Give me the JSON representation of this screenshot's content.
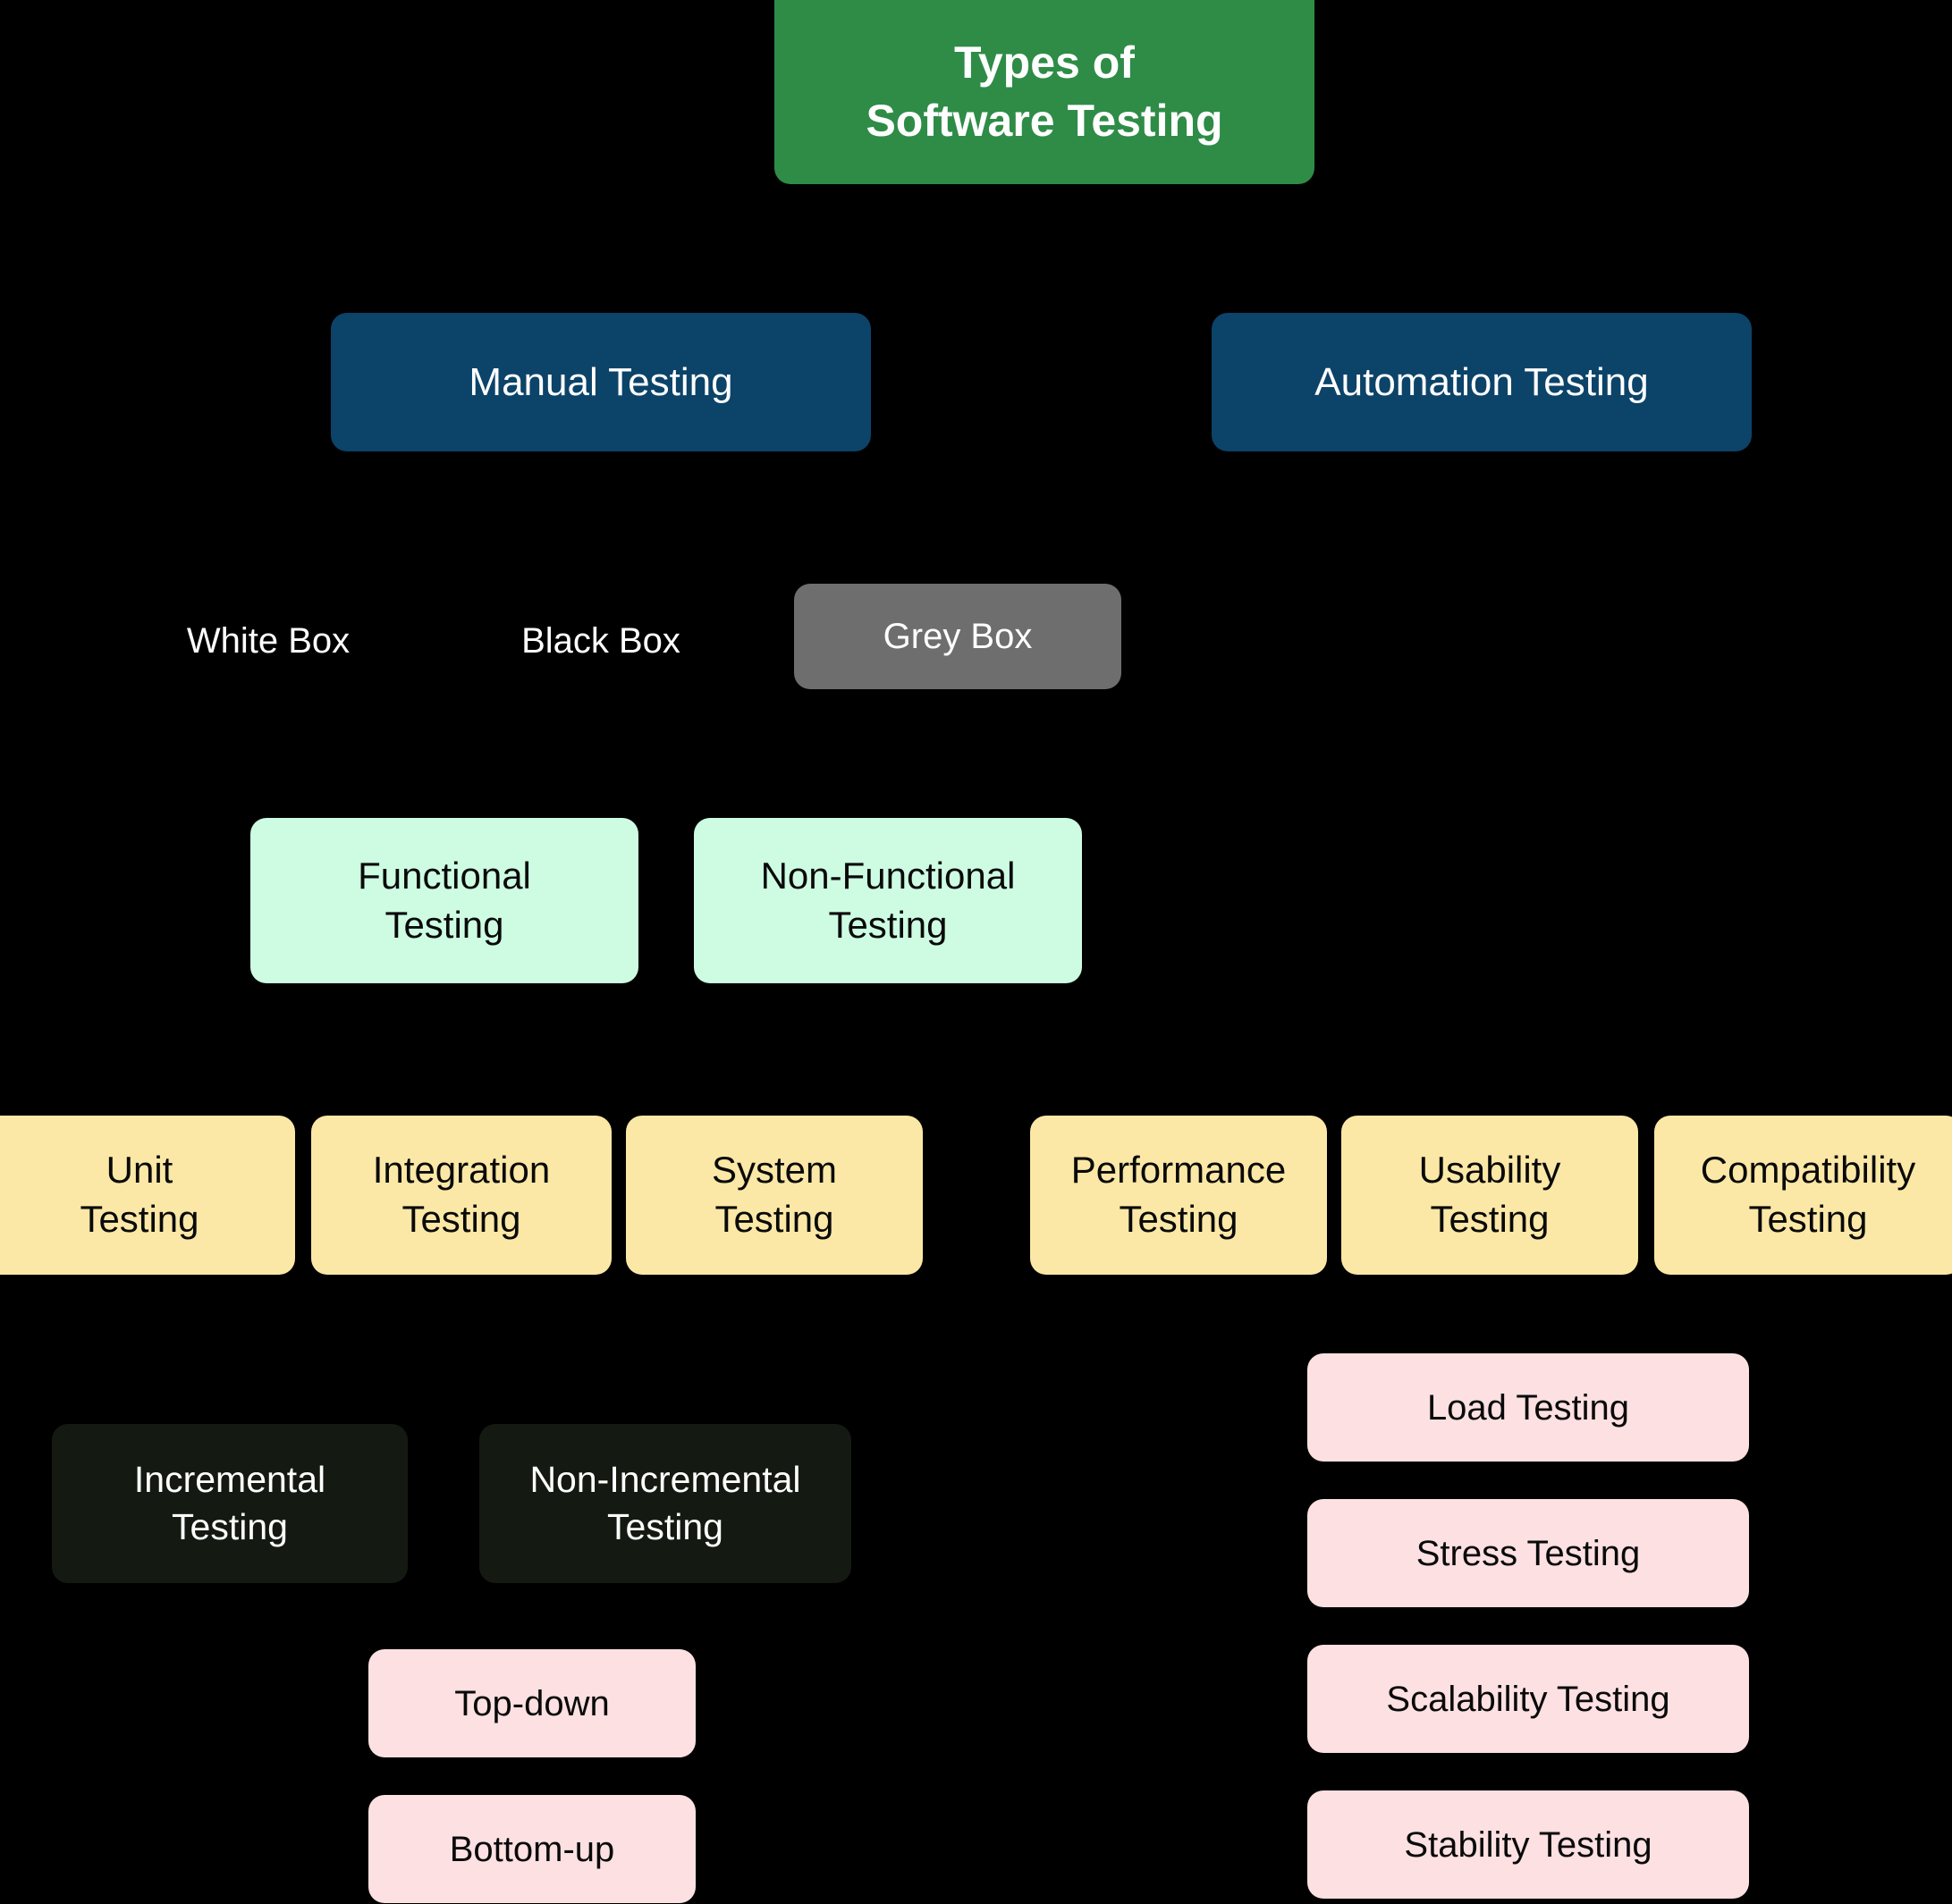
{
  "diagram": {
    "title": "Types of Software Testing",
    "background_color": "#000000",
    "palette": {
      "root_green": "#2E8C47",
      "level1_blue": "#0C4369",
      "black_box": "#000000",
      "grey_box": "#6E6E6E",
      "dark_box": "#141A11",
      "mint": "#CDFCE3",
      "yellow": "#FBE8A6",
      "pink": "#FCE0E2",
      "light_text": "#FFFFFF",
      "dark_text": "#0A0A0A"
    },
    "nodes": {
      "root": "Types of\nSoftware Testing",
      "manual_testing": "Manual Testing",
      "automation_testing": "Automation Testing",
      "white_box": "White Box",
      "black_box": "Black Box",
      "grey_box": "Grey Box",
      "functional_testing": "Functional\nTesting",
      "non_functional_testing": "Non-Functional\nTesting",
      "unit_testing": "Unit\nTesting",
      "integration_testing": "Integration\nTesting",
      "system_testing": "System\nTesting",
      "performance_testing": "Performance\nTesting",
      "usability_testing": "Usability\nTesting",
      "compatibility_testing": "Compatibility\nTesting",
      "incremental_testing": "Incremental\nTesting",
      "non_incremental_testing": "Non-Incremental\nTesting",
      "top_down": "Top-down",
      "bottom_up": "Bottom-up",
      "load_testing": "Load Testing",
      "stress_testing": "Stress Testing",
      "scalability_testing": "Scalability Testing",
      "stability_testing": "Stability Testing"
    }
  }
}
